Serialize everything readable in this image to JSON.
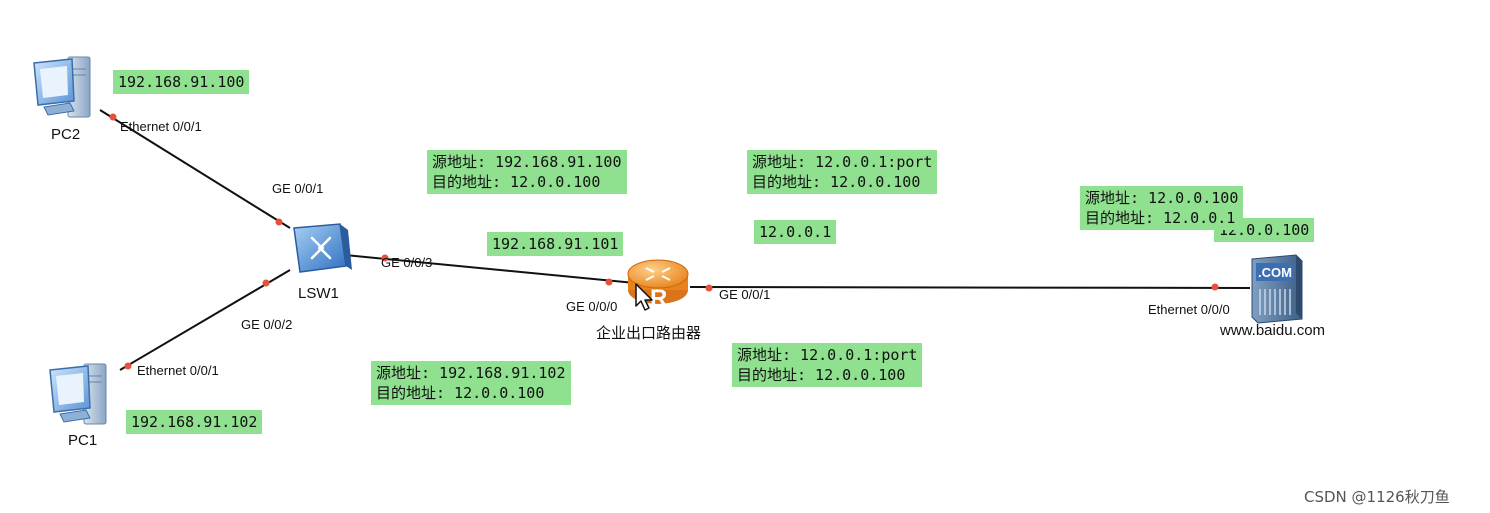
{
  "devices": {
    "pc2": "PC2",
    "pc1": "PC1",
    "switch": "LSW1",
    "router": "企业出口路由器",
    "server": "www.baidu.com",
    "server_badge": ".COM"
  },
  "ports": {
    "pc2_eth": "Ethernet 0/0/1",
    "sw_ge1": "GE 0/0/1",
    "sw_ge3": "GE 0/0/3",
    "sw_ge2": "GE 0/0/2",
    "pc1_eth": "Ethernet 0/0/1",
    "r_ge0": "GE 0/0/0",
    "r_ge1": "GE 0/0/1",
    "srv_eth": "Ethernet 0/0/0"
  },
  "ip_labels": {
    "pc2_ip": "192.168.91.100",
    "pc1_ip": "192.168.91.102",
    "r_lan_ip": "192.168.91.101",
    "r_wan_ip": "12.0.0.1",
    "srv_ip": "12.0.0.100"
  },
  "packets": {
    "p1": {
      "src": "源地址: 192.168.91.100",
      "dst": "目的地址: 12.0.0.100"
    },
    "p2": {
      "src": "源地址: 12.0.0.1:port",
      "dst": "目的地址: 12.0.0.100"
    },
    "p3": {
      "src": "源地址: 12.0.0.100",
      "dst": "目的地址: 12.0.0.1"
    },
    "p4": {
      "src": "源地址: 192.168.91.102",
      "dst": "目的地址: 12.0.0.100"
    },
    "p5": {
      "src": "源地址: 12.0.0.1:port",
      "dst": "目的地址: 12.0.0.100"
    }
  },
  "watermark": "CSDN @1126秋刀鱼",
  "colors": {
    "label_bg": "#8fe08f",
    "link": "#111111",
    "port_dot": "#e8503a",
    "router": "#f39a2b",
    "switch": "#4a90d9"
  },
  "icons": [
    "pc-icon",
    "switch-icon",
    "router-icon",
    "server-icon",
    "cursor-icon"
  ]
}
